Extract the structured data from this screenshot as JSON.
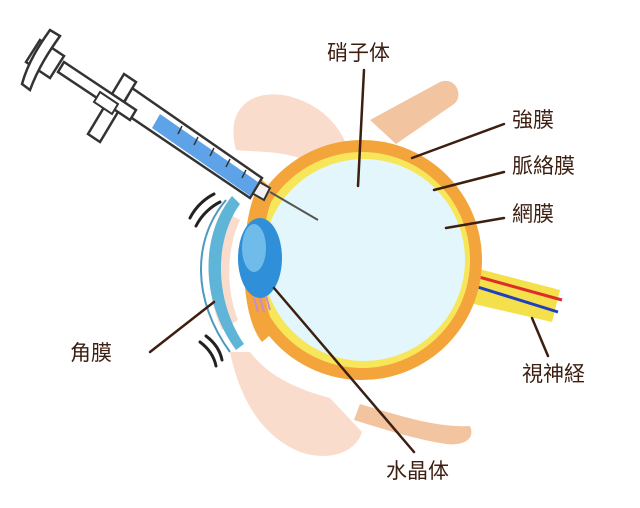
{
  "labels": {
    "vitreous": "硝子体",
    "sclera": "強膜",
    "choroid": "脈絡膜",
    "retina": "網膜",
    "optic_nerve": "視神経",
    "cornea": "角膜",
    "lens": "水晶体"
  },
  "colors": {
    "sclera": "#f3a53c",
    "choroid_retina": "#f8e65a",
    "vitreous": "#e2f6fb",
    "eyelid_skin": "#f9dccb",
    "muscle": "#f2c4a0",
    "cornea": "#5fb5d8",
    "lens": "#2f8fd8",
    "syringe_liquid": "#5ea3e8",
    "leader_line": "#3d1f12",
    "artery": "#e02b2b",
    "vein": "#1e3fbf"
  }
}
